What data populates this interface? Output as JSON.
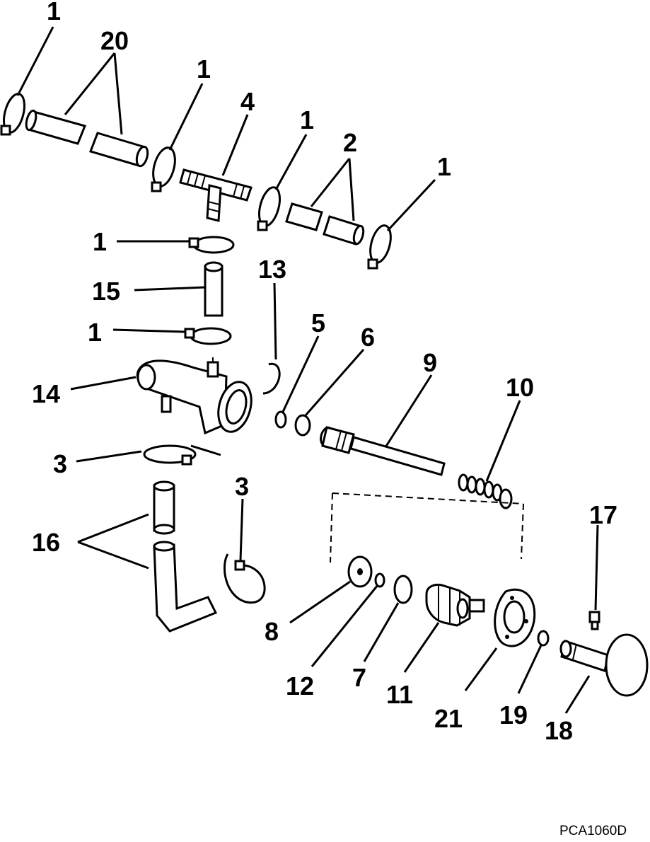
{
  "diagram": {
    "callouts": {
      "c1a": "1",
      "c20": "20",
      "c1b": "1",
      "c4": "4",
      "c1c": "1",
      "c2": "2",
      "c1d": "1",
      "c1e": "1",
      "c15": "15",
      "c13": "13",
      "c1f": "1",
      "c5": "5",
      "c6": "6",
      "c9": "9",
      "c10": "10",
      "c14": "14",
      "c3a": "3",
      "c3b": "3",
      "c16": "16",
      "c17": "17",
      "c8": "8",
      "c12": "12",
      "c7": "7",
      "c11": "11",
      "c21": "21",
      "c19": "19",
      "c18": "18"
    },
    "drawing_code": "PCA1060D"
  }
}
